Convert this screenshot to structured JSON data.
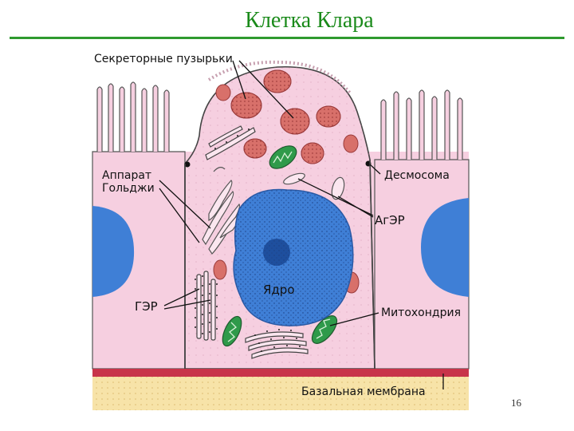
{
  "slide": {
    "title": "Клетка Клара",
    "page_number": "16"
  },
  "labels": {
    "secretory_vesicles": "Секреторные пузырьки",
    "golgi_line1": "Аппарат",
    "golgi_line2": "Гольджи",
    "desmosome": "Десмосома",
    "smooth_er": "АгЭР",
    "nucleus": "Ядро",
    "rough_er": "ГЭР",
    "mitochondria": "Митохондрия",
    "basal_membrane": "Базальная мембрана"
  },
  "colors": {
    "title": "#1a8a1a",
    "rule": "#2e9a2e",
    "cytoplasm": "#f6cfe0",
    "membrane_outline": "#3a3a3a",
    "vesicle": "#d8706a",
    "nucleus": "#3f7fd6",
    "nucleolus": "#1e4f9e",
    "mitochondria": "#2f9a4a",
    "basal_lamina_red": "#c8344a",
    "basal_lamina_yellow": "#f7e3a8"
  }
}
